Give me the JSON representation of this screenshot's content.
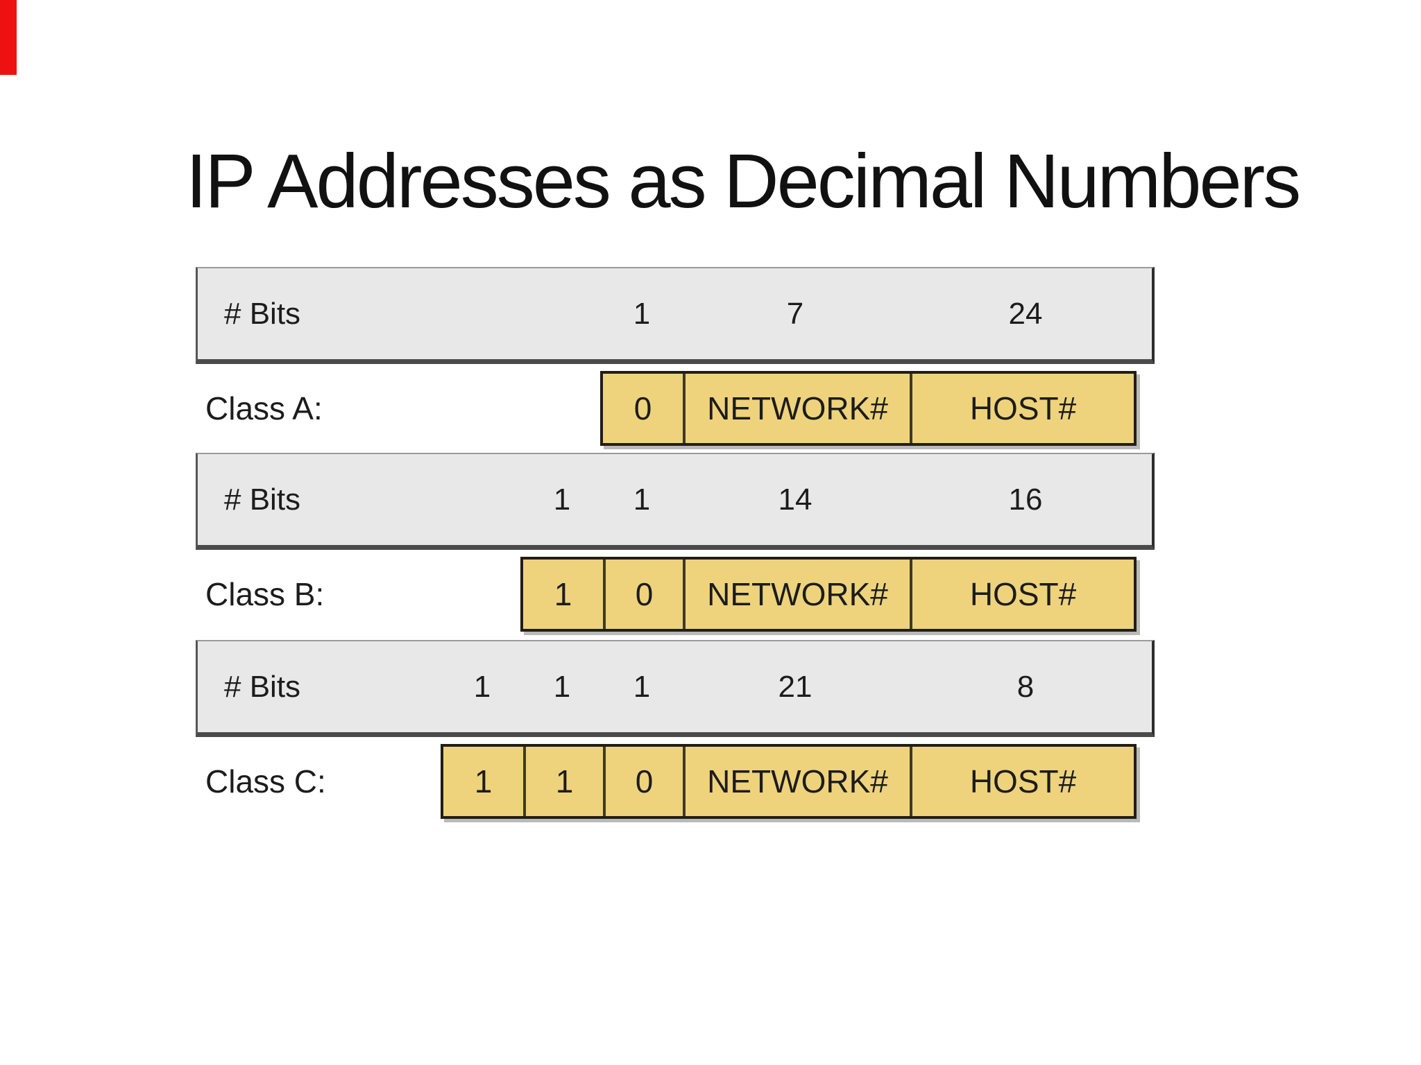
{
  "accent_bar": {
    "color": "#ee1111"
  },
  "title": {
    "text": "IP Addresses as Decimal Numbers"
  },
  "colors": {
    "bar_fill": "#e8e8e8",
    "cell_fill": "#eed37c",
    "cell_border": "#211e14",
    "text": "#1c1c1c"
  },
  "diagram": {
    "sections": [
      {
        "bits_label": "# Bits",
        "bit_numbers": [
          "1",
          "7",
          "24"
        ],
        "class_label": "Class A:",
        "cells": [
          "0",
          "NETWORK#",
          "HOST#"
        ]
      },
      {
        "bits_label": "# Bits",
        "bit_numbers": [
          "1",
          "1",
          "14",
          "16"
        ],
        "class_label": "Class B:",
        "cells": [
          "1",
          "0",
          "NETWORK#",
          "HOST#"
        ]
      },
      {
        "bits_label": "# Bits",
        "bit_numbers": [
          "1",
          "1",
          "1",
          "21",
          "8"
        ],
        "class_label": "Class C:",
        "cells": [
          "1",
          "1",
          "0",
          "NETWORK#",
          "HOST#"
        ]
      }
    ]
  }
}
